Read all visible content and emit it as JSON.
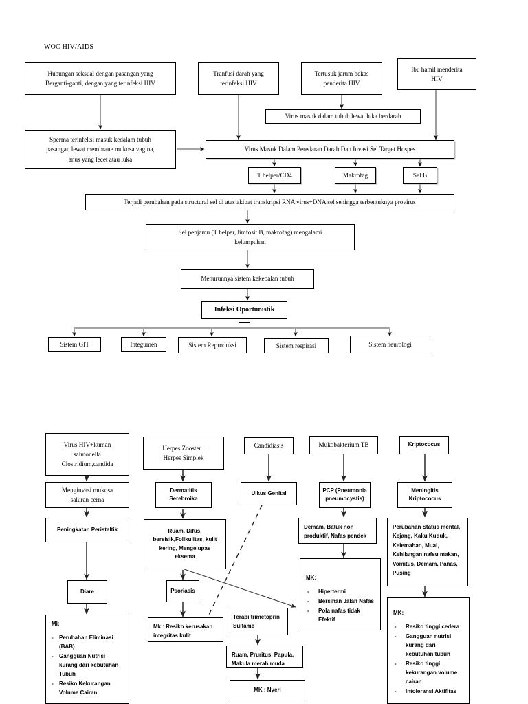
{
  "document": {
    "title": "WOC  HIV/AIDS"
  },
  "top_section": {
    "causes": [
      {
        "id": "hubungan-seksual",
        "text": "Hubungan seksual dengan pasangan yang\nBerganti-ganti, dengan yang terinfeksi HIV"
      },
      {
        "id": "tranfusi-darah",
        "text": "Tranfusi darah yang\nterinfeksi HIV"
      },
      {
        "id": "tertusuk-jarum",
        "text": "Tertusuk jarum bekas\npenderita HIV"
      },
      {
        "id": "ibu-hamil",
        "text": "Ibu hamil menderita\nHIV"
      }
    ],
    "sperma": "Sperma terinfeksi masuk kedalam tubuh\npasangan lewat membrane mukosa vagina,\nanus yang lecet atau luka",
    "virus_luka": "Virus masuk dalam tubuh lewat luka berdarah",
    "virus_peredaran": "Virus Masuk Dalam Peredaran Darah Dan Invasi Sel Target Hospes",
    "target_cells": [
      {
        "id": "t-helper",
        "text": "T helper/CD4"
      },
      {
        "id": "makrofag",
        "text": "Makrofag"
      },
      {
        "id": "sel-b",
        "text": "Sel B"
      }
    ],
    "provirus": "Terjadi perubahan pada structural sel di atas akibat transkripsi RNA virus+DNA sel sehingga terbentuknya provirus",
    "sel_penjamu": "Sel penjamu (T helper, limfosit B, makrofag) mengalami\nkelumpuhan",
    "menurunnya": "Menurunnya sistem kekebalan tubuh",
    "infeksi_oportunistik": "Infeksi Oportunistik",
    "systems": [
      {
        "id": "sistem-git",
        "text": "Sistem GIT"
      },
      {
        "id": "integumen",
        "text": "Integumen"
      },
      {
        "id": "sistem-reproduksi",
        "text": "Sistem Reproduksi"
      },
      {
        "id": "sistem-respirasi",
        "text": "Sistem respirasi"
      },
      {
        "id": "sistem-neurologi",
        "text": "Sistem neurologi"
      }
    ]
  },
  "bottom_section": {
    "git_branch": {
      "pathogen": "Virus HIV+kuman\nsalmonella\nClostridium,candida",
      "step1": "Menginvasi mukosa\nsaluran cerna",
      "step2": "Peningkatan Peristaltik",
      "step3": "Diare",
      "mk_header": "Mk",
      "mk_items": [
        "Perubahan Eliminasi (BAB)",
        "Gangguan Nutrisi kurang dari kebutuhan Tubuh",
        "Resiko Kekurangan Volume Cairan"
      ]
    },
    "integumen_branch": {
      "pathogen": "Herpes Zooster+\nHerpes Simplek",
      "step1": "Dermatitis\nSerebroika",
      "step2": "Ruam, Difus,\nbersisik,Folikulitas, kulit\nkering, Mengelupas\neksema",
      "step3": "Psoriasis",
      "mk": "Mk : Resiko kerusakan\nintegritas kulit"
    },
    "reproduksi_branch": {
      "pathogen": "Candidiasis",
      "step1": "Ulkus Genital"
    },
    "terapi_branch": {
      "step1": "Terapi trimetoprin\nSulfame",
      "step2": "Ruam, Pruritus, Papula,\nMakula merah muda",
      "mk": "MK : Nyeri"
    },
    "respirasi_branch": {
      "pathogen": "Mukobakterium TB",
      "step1": "PCP (Pneumonia\npneumocystis)",
      "step2": "Demam, Batuk non\nproduktif, Nafas pendek",
      "mk_header": "MK:",
      "mk_items": [
        "Hipertermi",
        "Bersihan Jalan Nafas",
        "Pola nafas tidak Efektif"
      ]
    },
    "neurologi_branch": {
      "pathogen": "Kriptococus",
      "step1": "Meningitis\nKriptococus",
      "step2": "Perubahan Status mental, Kejang, Kaku Kuduk, Kelemahan, Mual, Kehilangan nafsu makan, Vomitus, Demam, Panas, Pusing",
      "mk_header": "MK:",
      "mk_items": [
        "Resiko tinggi cedera",
        "Gangguan nutrisi kurang dari kebutuhan tubuh",
        "Resiko tinggi kekurangan volume cairan",
        "Intoleransi Aktifitas"
      ]
    }
  },
  "colors": {
    "stroke": "#000000",
    "background": "#ffffff",
    "shadow": "#b8b8b8"
  }
}
